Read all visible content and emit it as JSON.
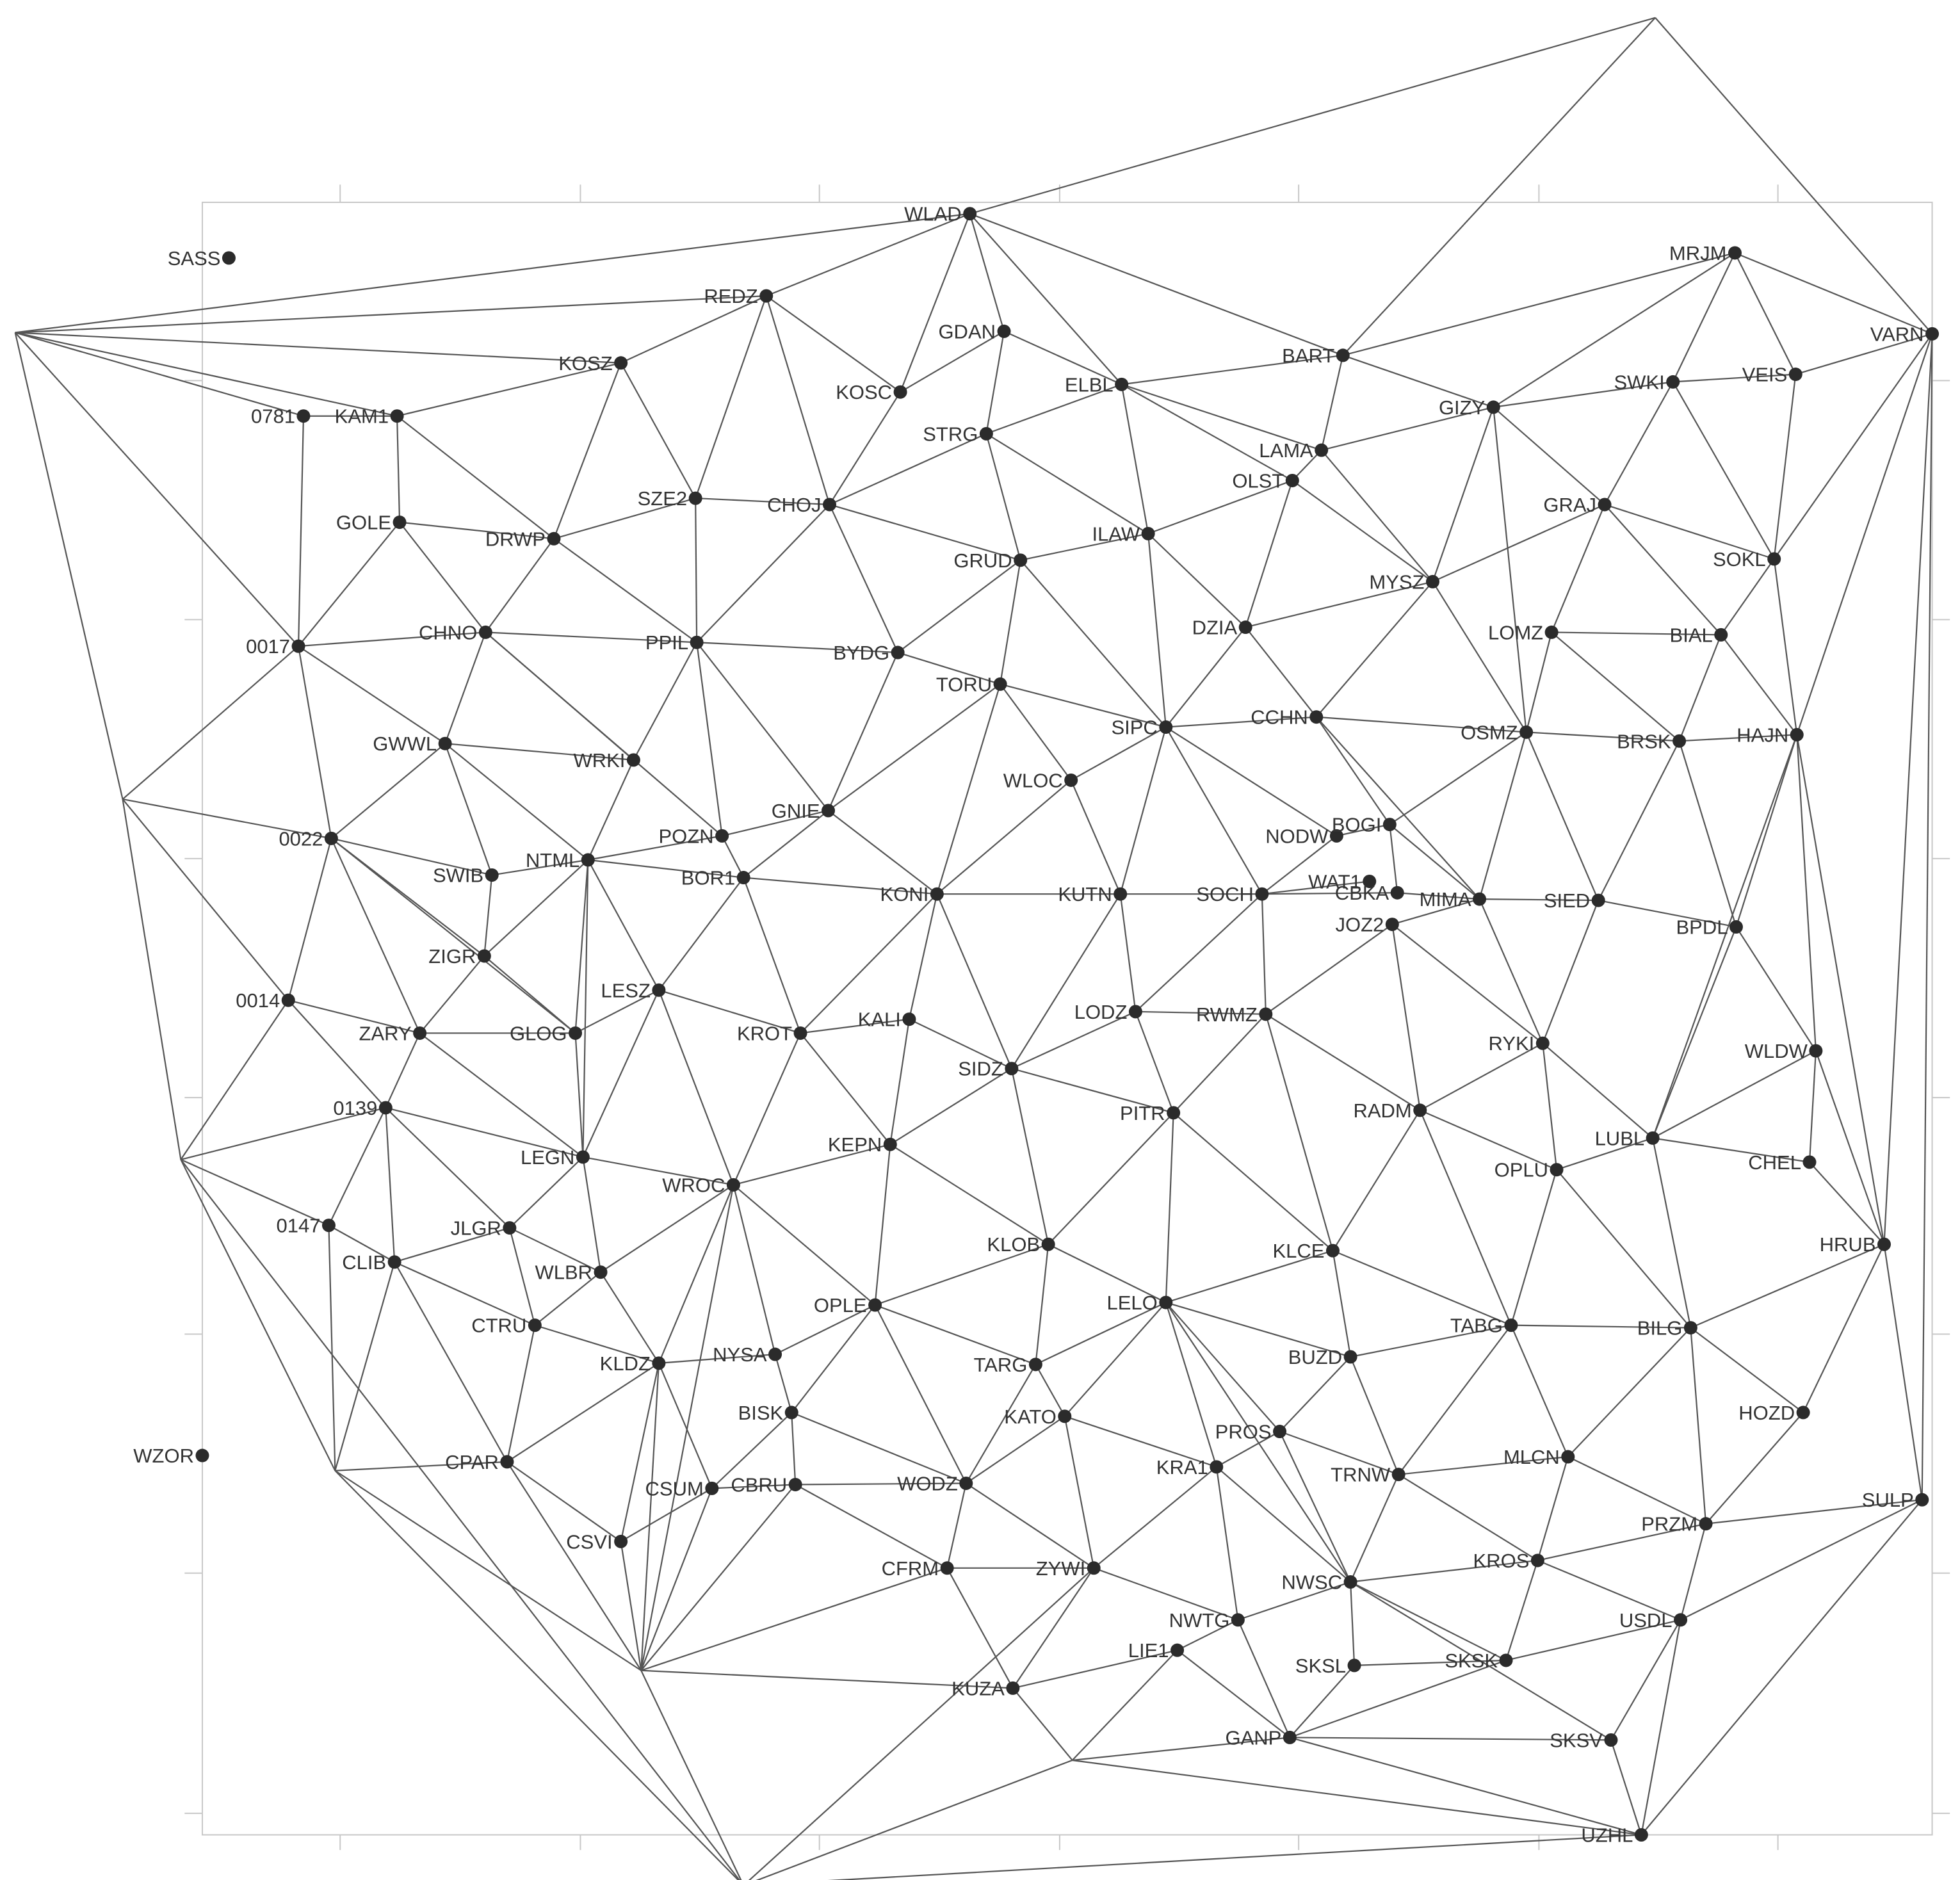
{
  "diagram": {
    "type": "triangulation-network",
    "stations": [
      "SASS",
      "WLAD",
      "REDZ",
      "GDAN",
      "KOSZ",
      "KOSC",
      "ELBL",
      "BART",
      "MRJM",
      "VARN",
      "VEIS",
      "SWKI",
      "GIZY",
      "LAMA",
      "OLST",
      "STRG",
      "0781",
      "KAM1",
      "GOLE",
      "DRWP",
      "SZE2",
      "CHOJ",
      "ILAW",
      "GRUD",
      "GRAJ",
      "SOKL",
      "MYSZ",
      "DZIA",
      "LOMZ",
      "BIAL",
      "0017",
      "CHNO",
      "PPIL",
      "BYDG",
      "TORU",
      "SIPC",
      "CCHN",
      "OSMZ",
      "BRSK",
      "HAJN",
      "GWWL",
      "WRKI",
      "WLOC",
      "GNIE",
      "POZN",
      "0022",
      "SWIB",
      "NTML",
      "BOR1",
      "KONI",
      "KUTN",
      "SOCH",
      "NODW",
      "BOGI",
      "WAT1",
      "CBKA",
      "MIMA",
      "SIED",
      "JOZ2",
      "BPDL",
      "ZIGR",
      "LESZ",
      "LODZ",
      "RWMZ",
      "0014",
      "ZARY",
      "GLOG",
      "KROT",
      "KALI",
      "SIDZ",
      "RYKI",
      "WLDW",
      "0139",
      "PITR",
      "RADM",
      "LUBL",
      "LEGN",
      "KEPN",
      "WROC",
      "OPLU",
      "CHEL",
      "0147",
      "JLGR",
      "CLIB",
      "WLBR",
      "KLOB",
      "KLCE",
      "HRUB",
      "CTRU",
      "OPLE",
      "LELO",
      "TABG",
      "BILG",
      "KLDZ",
      "NYSA",
      "TARG",
      "BUZD",
      "BISK",
      "KATO",
      "HOZD",
      "PROS",
      "WZOR",
      "CPAR",
      "KRA1",
      "TRNW",
      "MLCN",
      "CSUM",
      "CBRU",
      "WODZ",
      "SULP",
      "PRZM",
      "CSVI",
      "KROS",
      "CFRM",
      "ZYWI",
      "NWSC",
      "NWTG",
      "USDL",
      "LIE1",
      "SKSL",
      "SKSK",
      "KUZA",
      "GANP",
      "SKSV",
      "UZHL"
    ]
  }
}
